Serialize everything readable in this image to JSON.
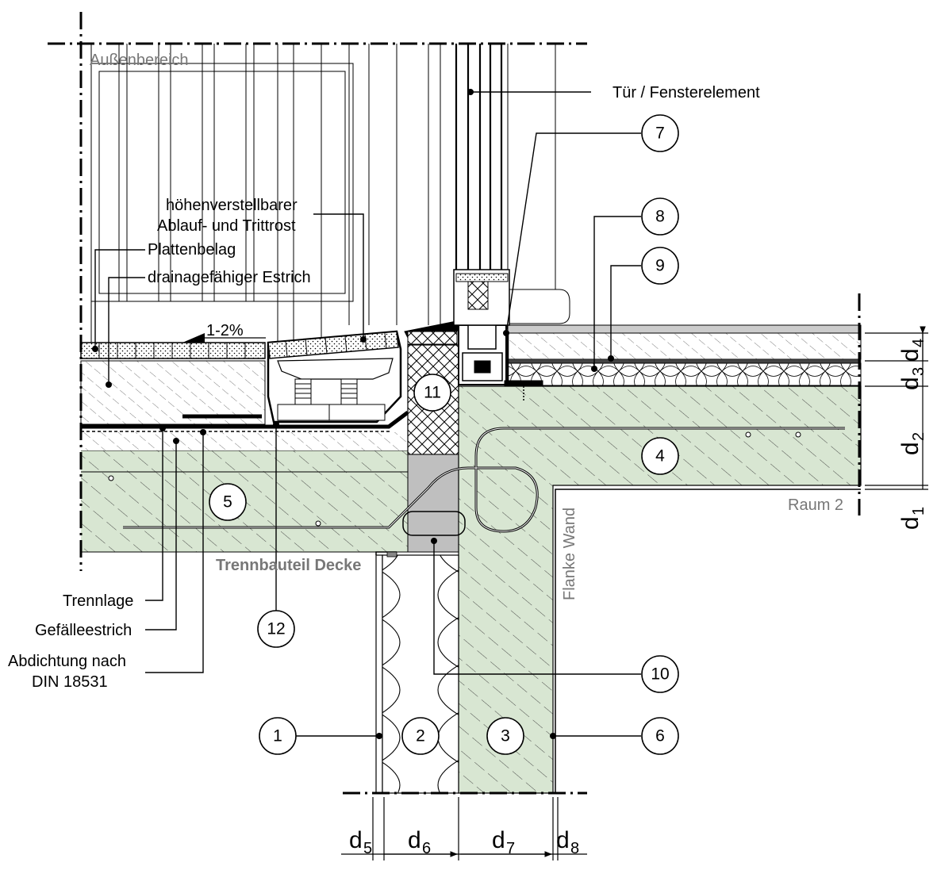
{
  "labels": {
    "outside": "Außenbereich",
    "door_window": "Tür / Fensterelement",
    "grate_line1": "höhenverstellbarer",
    "grate_line2": "Ablauf- und Trittrost",
    "tiles": "Plattenbelag",
    "drain_screed": "drainagefähiger Estrich",
    "slope": "1-2%",
    "room2": "Raum 2",
    "flank_wall": "Flanke Wand",
    "separating_slab": "Trennbauteil Decke",
    "separation_layer": "Trennlage",
    "slope_screed": "Gefälleestrich",
    "seal_line1": "Abdichtung nach",
    "seal_line2": "DIN 18531"
  },
  "markers": [
    "1",
    "2",
    "3",
    "4",
    "5",
    "6",
    "7",
    "8",
    "9",
    "10",
    "11",
    "12"
  ],
  "dimensions": {
    "d1": {
      "letter": "d",
      "sub": "1"
    },
    "d2": {
      "letter": "d",
      "sub": "2"
    },
    "d3": {
      "letter": "d",
      "sub": "3"
    },
    "d4": {
      "letter": "d",
      "sub": "4"
    },
    "d5": {
      "letter": "d",
      "sub": "5"
    },
    "d6": {
      "letter": "d",
      "sub": "6"
    },
    "d7": {
      "letter": "d",
      "sub": "7"
    },
    "d8": {
      "letter": "d",
      "sub": "8"
    }
  },
  "colors": {
    "concrete": "#d8e6d2",
    "concrete_hatch": "#3a3a3a",
    "grey_block": "#bfbfbf",
    "label_grey": "#777777"
  }
}
